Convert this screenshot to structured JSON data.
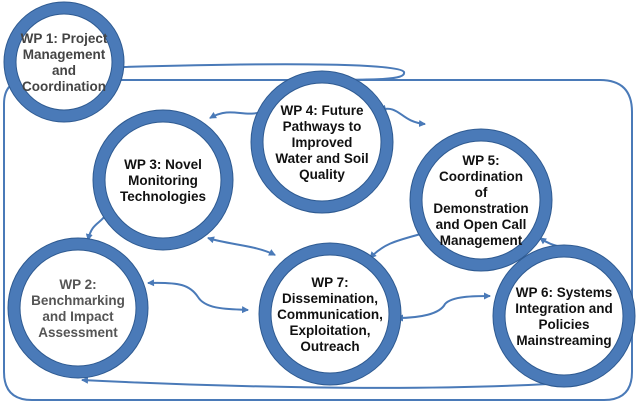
{
  "colors": {
    "ring": "#4a7ab8",
    "ring_edge": "#2e5a91",
    "arrow": "#4a7ab8",
    "text_dark": "#111111",
    "text_gray": "#555555"
  },
  "nodes": [
    {
      "id": "wp1",
      "lines": [
        "WP 1: Project",
        "Management",
        "and",
        "Coordination"
      ],
      "text_color": "#444444"
    },
    {
      "id": "wp2",
      "lines": [
        "WP 2:",
        "Benchmarking",
        "and Impact",
        "Assessment"
      ],
      "text_color": "#555555"
    },
    {
      "id": "wp3",
      "lines": [
        "WP 3: Novel",
        "Monitoring",
        "Technologies"
      ],
      "text_color": "#111111"
    },
    {
      "id": "wp4",
      "lines": [
        "WP 4: Future",
        "Pathways to",
        "Improved",
        "Water and Soil",
        "Quality"
      ],
      "text_color": "#111111"
    },
    {
      "id": "wp5",
      "lines": [
        "WP 5:",
        "Coordination",
        "of",
        "Demonstration",
        "and Open Call",
        "Management"
      ],
      "text_color": "#111111"
    },
    {
      "id": "wp6",
      "lines": [
        "WP 6: Systems",
        "Integration and",
        "Policies",
        "Mainstreaming"
      ],
      "text_color": "#111111"
    },
    {
      "id": "wp7",
      "lines": [
        "WP 7:",
        "Dissemination,",
        "Communication,",
        "Exploitation,",
        "Outreach"
      ],
      "text_color": "#111111"
    }
  ],
  "edges": [
    {
      "from": "wp3",
      "to": "wp4",
      "bidirectional": true
    },
    {
      "from": "wp4",
      "to": "wp5",
      "bidirectional": true
    },
    {
      "from": "wp3",
      "to": "wp2",
      "bidirectional": false
    },
    {
      "from": "wp5",
      "to": "wp6",
      "bidirectional": true
    },
    {
      "from": "wp3",
      "to": "wp7",
      "bidirectional": true
    },
    {
      "from": "wp7",
      "to": "wp5",
      "bidirectional": true
    },
    {
      "from": "wp2",
      "to": "wp7",
      "bidirectional": true
    },
    {
      "from": "wp7",
      "to": "wp6",
      "bidirectional": true
    },
    {
      "from": "wp6",
      "to": "wp2",
      "bidirectional": false
    },
    {
      "from": "wp1",
      "to": "container",
      "bidirectional": false
    }
  ]
}
